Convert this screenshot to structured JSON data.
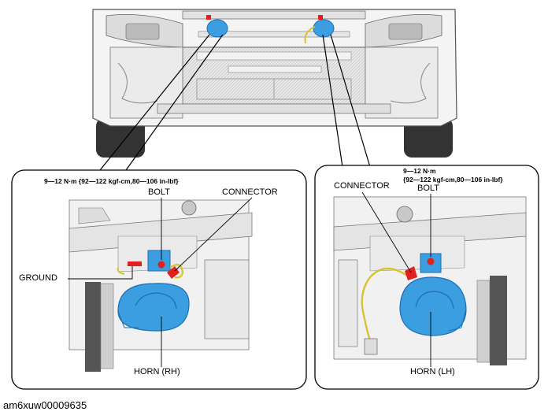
{
  "figure_id": "am6xuw00009635",
  "torque_rh": "9—12 N·m {92—122 kgf-cm,80—106 in-lbf}",
  "torque_lh_line1": "9—12 N·m",
  "torque_lh_line2": "{92—122 kgf-cm,80—106 in-lbf}",
  "rh": {
    "bolt": "BOLT",
    "connector": "CONNECTOR",
    "ground": "GROUND",
    "horn": "HORN (RH)"
  },
  "lh": {
    "connector": "CONNECTOR",
    "bolt": "BOLT",
    "horn": "HORN  (LH)"
  },
  "colors": {
    "horn": "#3a9ee0",
    "horn_dark": "#1d6fb5",
    "connector": "#e22020",
    "harness": "#d4c430"
  }
}
